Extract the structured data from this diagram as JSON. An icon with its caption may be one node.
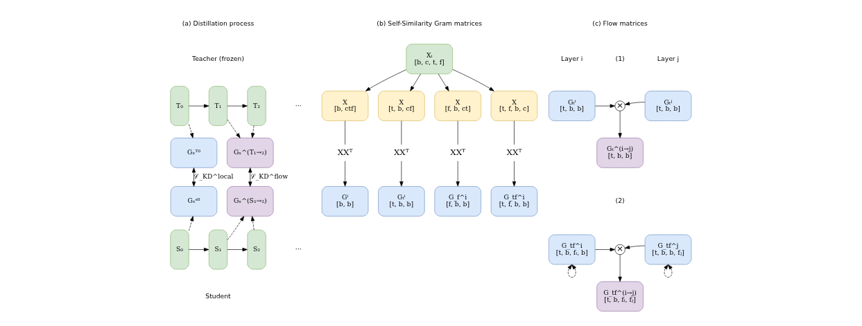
{
  "diagram": {
    "nodes": [
      {
        "text": [
          "T₀"
        ]
      },
      {
        "text": [
          "T₁"
        ]
      },
      {
        "text": [
          "T₂"
        ]
      },
      {
        "text": [
          "Gₓᵀ⁰"
        ]
      },
      {
        "text": [
          "Gₓ^(T₁→₂)"
        ]
      },
      {
        "text": [
          "Gₓˢ⁰"
        ]
      },
      {
        "text": [
          "Gₓ^(S₁→₂)"
        ]
      },
      {
        "text": [
          "S₀"
        ]
      },
      {
        "text": [
          "S₁"
        ]
      },
      {
        "text": [
          "S₂"
        ]
      },
      {
        "text": [
          "Xᵢ",
          "[b, c, t, f]"
        ]
      },
      {
        "text": [
          "X",
          "[b, ctf]"
        ]
      },
      {
        "text": [
          "X",
          "[t, b, cf]"
        ]
      },
      {
        "text": [
          "X",
          "[f, b, ct]"
        ]
      },
      {
        "text": [
          "X",
          "[t, f, b, c]"
        ]
      },
      {
        "text": [
          "XXᵀ"
        ]
      },
      {
        "text": [
          "XXᵀ"
        ]
      },
      {
        "text": [
          "XXᵀ"
        ]
      },
      {
        "text": [
          "XXᵀ"
        ]
      },
      {
        "text": [
          "Gⁱ",
          "[b, b]"
        ]
      },
      {
        "text": [
          "Gₜⁱ",
          "[t, b, b]"
        ]
      },
      {
        "text": [
          "G_f^i",
          "[f, b, b]"
        ]
      },
      {
        "text": [
          "G_tf^i",
          "[t, f, b, b]"
        ]
      },
      {
        "text": [
          "Gₜⁱ",
          "[t, b, b]"
        ]
      },
      {
        "text": [
          "×"
        ]
      },
      {
        "text": [
          "Gₜʲ",
          "[t, b, b]"
        ]
      },
      {
        "text": [
          "Gₜ^(i→j)",
          "[t, b, b]"
        ]
      },
      {
        "text": [
          "G_tf^i",
          "[t, b, fᵢ, b]"
        ]
      },
      {
        "text": [
          "×"
        ]
      },
      {
        "text": [
          "G_tf^j",
          "[t, b, b, fⱼ]"
        ]
      },
      {
        "text": [
          "G_tf^(i→j)",
          "[t, b, fᵢ, fⱼ]"
        ]
      }
    ],
    "edges": [
      {
        "from": 0,
        "to": 1,
        "arrow": "to"
      },
      {
        "from": 1,
        "to": 2,
        "arrow": "to"
      },
      {
        "from": 0,
        "to": 3,
        "arrow": "to",
        "style": "dashed"
      },
      {
        "from": 1,
        "to": 4,
        "arrow": "to",
        "style": "dashed"
      },
      {
        "from": 2,
        "to": 4,
        "arrow": "to",
        "style": "dashed"
      },
      {
        "from": 3,
        "to": 5,
        "arrow": "both",
        "label": "ℒ_KD^local"
      },
      {
        "from": 4,
        "to": 6,
        "arrow": "both",
        "label": "ℒ_KD^flow"
      },
      {
        "from": 7,
        "to": 5,
        "arrow": "to",
        "style": "dashed"
      },
      {
        "from": 8,
        "to": 6,
        "arrow": "to",
        "style": "dashed"
      },
      {
        "from": 9,
        "to": 6,
        "arrow": "to",
        "style": "dashed"
      },
      {
        "from": 7,
        "to": 8,
        "arrow": "to"
      },
      {
        "from": 8,
        "to": 9,
        "arrow": "to"
      },
      {
        "from": 10,
        "to": 11,
        "arrow": "to"
      },
      {
        "from": 10,
        "to": 12,
        "arrow": "to"
      },
      {
        "from": 10,
        "to": 13,
        "arrow": "to"
      },
      {
        "from": 10,
        "to": 14,
        "arrow": "to"
      },
      {
        "from": 11,
        "to": 15,
        "arrow": "none"
      },
      {
        "from": 12,
        "to": 16,
        "arrow": "none"
      },
      {
        "from": 13,
        "to": 17,
        "arrow": "none"
      },
      {
        "from": 14,
        "to": 18,
        "arrow": "none"
      },
      {
        "from": 15,
        "to": 19,
        "arrow": "to"
      },
      {
        "from": 16,
        "to": 20,
        "arrow": "to"
      },
      {
        "from": 17,
        "to": 21,
        "arrow": "to"
      },
      {
        "from": 18,
        "to": 22,
        "arrow": "to"
      },
      {
        "from": 23,
        "to": 24,
        "arrow": "to"
      },
      {
        "from": 25,
        "to": 24,
        "arrow": "to"
      },
      {
        "from": 24,
        "to": 26,
        "arrow": "to"
      },
      {
        "from": 27,
        "to": 28,
        "arrow": "to"
      },
      {
        "from": 29,
        "to": 28,
        "arrow": "to"
      },
      {
        "from": 28,
        "to": 30,
        "arrow": "to"
      },
      {
        "from": 27,
        "to": 27,
        "arrow": "both",
        "style": "dashed"
      },
      {
        "from": 29,
        "to": 29,
        "arrow": "both",
        "style": "dashed"
      }
    ],
    "labels": [
      "(a) Distillation process",
      "(b) Self-Similarity Gram matrices",
      "(c) Flow matrices",
      "Teacher (frozen)",
      "Layer i",
      "(1)",
      "Layer j",
      "···",
      "(2)",
      "···",
      "Student"
    ]
  }
}
